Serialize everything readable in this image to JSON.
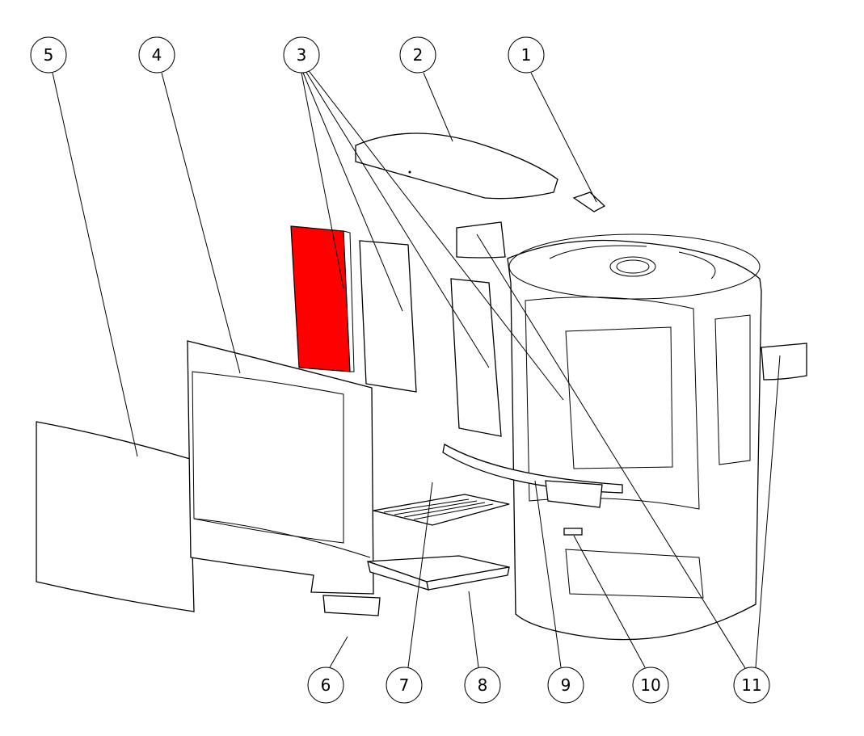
{
  "diagram": {
    "type": "exploded-parts-view",
    "highlight_color": "#ff0000",
    "balloons": [
      {
        "label": "1",
        "id": "b1"
      },
      {
        "label": "2",
        "id": "b2"
      },
      {
        "label": "3",
        "id": "b3"
      },
      {
        "label": "4",
        "id": "b4"
      },
      {
        "label": "5",
        "id": "b5"
      },
      {
        "label": "6",
        "id": "b6"
      },
      {
        "label": "7",
        "id": "b7"
      },
      {
        "label": "8",
        "id": "b8"
      },
      {
        "label": "9",
        "id": "b9"
      },
      {
        "label": "10",
        "id": "b10"
      },
      {
        "label": "11",
        "id": "b11"
      }
    ]
  }
}
